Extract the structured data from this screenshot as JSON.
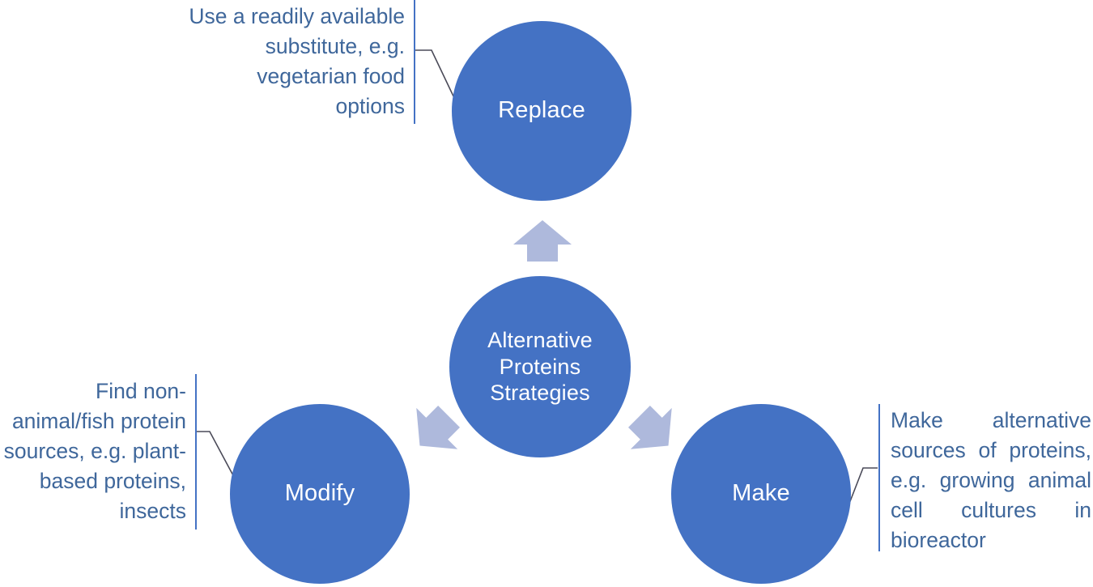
{
  "diagram": {
    "title_node": {
      "id": "center",
      "label": "Alternative\nProteins\nStrategies"
    },
    "nodes": [
      {
        "id": "replace",
        "label": "Replace"
      },
      {
        "id": "modify",
        "label": "Modify"
      },
      {
        "id": "make",
        "label": "Make"
      }
    ],
    "callouts": [
      {
        "id": "replace",
        "target": "Replace",
        "text": "Use a readily available substitute, e.g. vegetarian food options",
        "align": "right"
      },
      {
        "id": "modify",
        "target": "Modify",
        "text": "Find non-animal/fish protein sources, e.g. plant-based proteins, insects",
        "align": "right"
      },
      {
        "id": "make",
        "target": "Make",
        "text": "Make alternative sources of proteins, e.g. growing animal cell cultures in bioreactor",
        "align": "justify"
      }
    ],
    "arrows": [
      {
        "id": "arrow-up",
        "direction": "up",
        "from": "center",
        "to": "replace"
      },
      {
        "id": "arrow-down-left",
        "direction": "down-left",
        "from": "center",
        "to": "modify"
      },
      {
        "id": "arrow-down-right",
        "direction": "down-right",
        "from": "center",
        "to": "make"
      }
    ],
    "colors": {
      "circle_fill": "#4472c4",
      "circle_text": "#ffffff",
      "callout_text": "#3f679b",
      "bar": "#4472c4",
      "arrow_fill": "#aeb9dc",
      "leader_line": "#3f3f4f",
      "background": "#ffffff"
    }
  }
}
